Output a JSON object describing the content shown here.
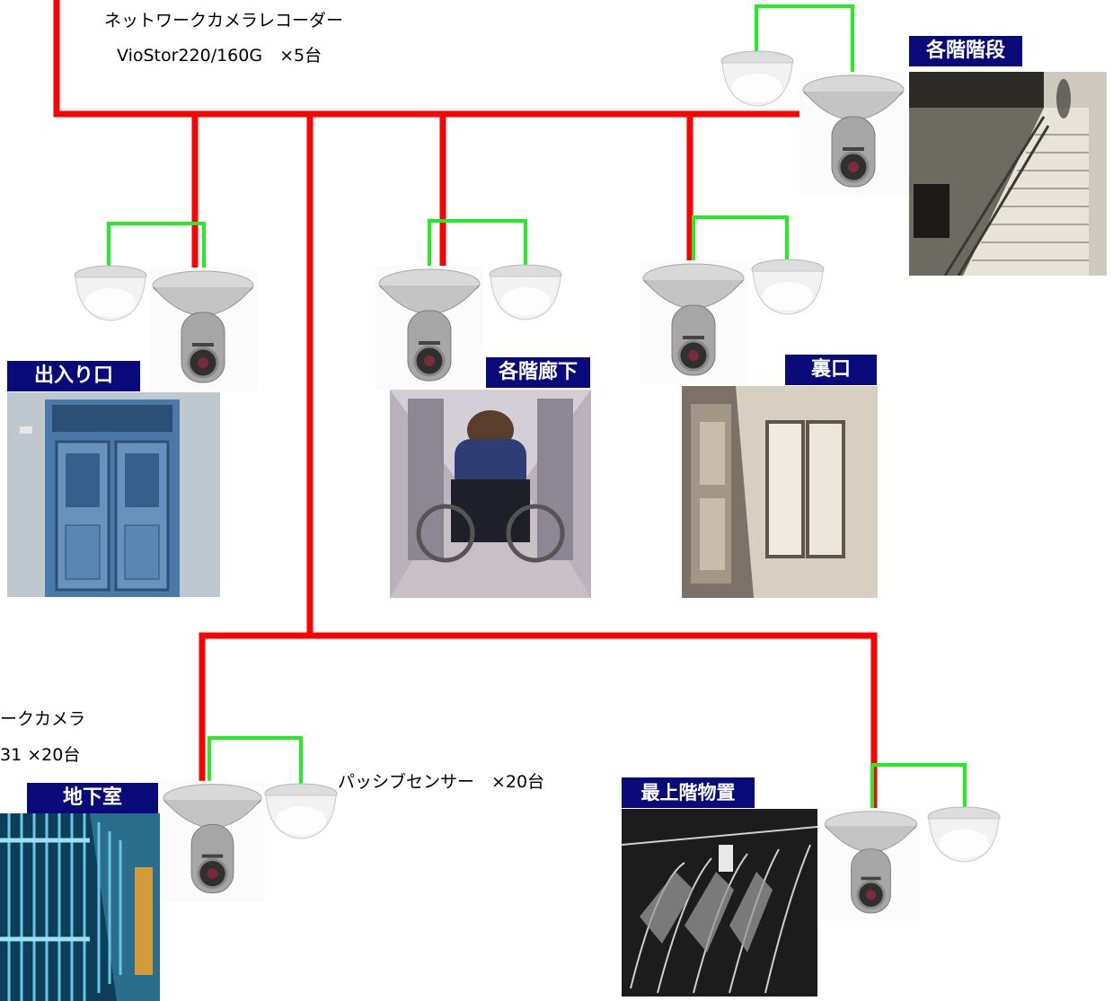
{
  "recorder": {
    "title": "ネットワークカメラレコーダー",
    "model": "VioStor220/160G　×5台"
  },
  "camera_note": {
    "line1": "ークカメラ",
    "line2": "31 ×20台"
  },
  "sensor_note": "パッシブセンサー　×20台",
  "locations": {
    "stairs": "各階階段",
    "entrance": "出入り口",
    "corridor": "各階廊下",
    "back_door": "裏口",
    "basement": "地下室",
    "top_storage": "最上階物置"
  },
  "colors": {
    "network_line": "#ff0000",
    "sensor_line": "#22ee22",
    "label_bg": "#0a0a7a",
    "label_text": "#ffffff"
  },
  "icons": {
    "camera": "dome-network-camera-icon",
    "sensor": "passive-sensor-icon"
  }
}
